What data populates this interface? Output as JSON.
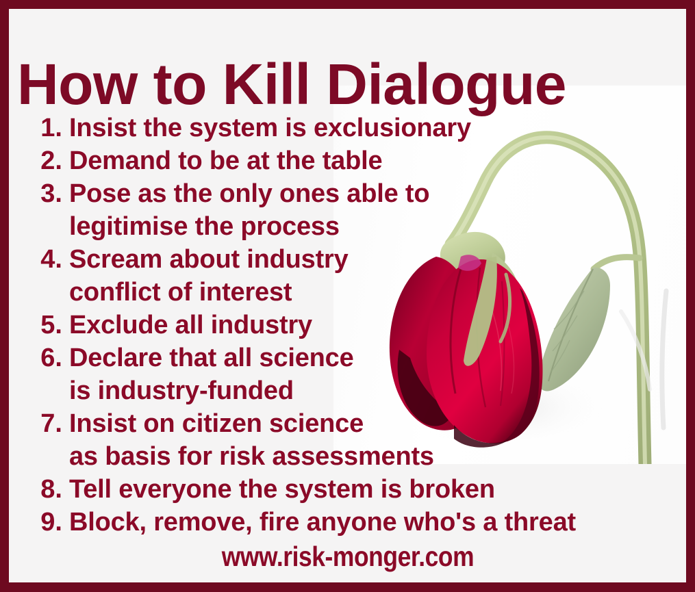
{
  "poster": {
    "title": "How to Kill Dialogue",
    "footer": "www.risk-monger.com",
    "colors": {
      "border": "#6e0a20",
      "background": "#f5f4f4",
      "title_text": "#7d0a26",
      "body_text": "#8b0a28",
      "rose_petal": "#d9003c",
      "rose_petal_dark": "#5a0018",
      "rose_petal_highlight": "#e83a5e",
      "stem_green": "#b9c98f",
      "leaf_green": "#aebc99"
    }
  },
  "list": {
    "items": [
      {
        "number": "1.",
        "lines": [
          "Insist the system is exclusionary"
        ]
      },
      {
        "number": "2.",
        "lines": [
          "Demand to be at the table"
        ]
      },
      {
        "number": "3.",
        "lines": [
          "Pose as the only ones able to",
          "legitimise the process"
        ]
      },
      {
        "number": "4.",
        "lines": [
          "Scream about industry",
          "conflict of interest"
        ]
      },
      {
        "number": "5.",
        "lines": [
          "Exclude all industry"
        ]
      },
      {
        "number": "6.",
        "lines": [
          "Declare that all science",
          "is industry-funded"
        ]
      },
      {
        "number": "7.",
        "lines": [
          "Insist on citizen science",
          "as basis for risk assessments"
        ]
      },
      {
        "number": "8.",
        "lines": [
          "Tell everyone the system is broken"
        ]
      },
      {
        "number": "9.",
        "lines": [
          "Block, remove, fire anyone who's a threat"
        ]
      }
    ]
  },
  "illustration": {
    "name": "wilting-rose-photo",
    "description": "Photograph of a wilted red rose on a drooping bent stem with one hanging leaf"
  }
}
